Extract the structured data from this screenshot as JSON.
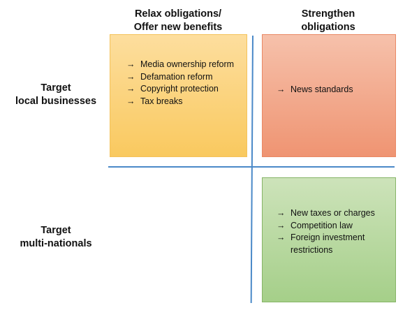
{
  "columns": {
    "left": {
      "lines": [
        "Relax obligations/",
        "Offer new benefits"
      ]
    },
    "right": {
      "lines": [
        "Strengthen",
        "obligations"
      ]
    }
  },
  "rows": {
    "top": {
      "lines": [
        "Target",
        "local businesses"
      ]
    },
    "bottom": {
      "lines": [
        "Target",
        "multi-nationals"
      ]
    }
  },
  "arrow_glyph": "→",
  "quadrants": {
    "top_left": {
      "color": "#f9c95f",
      "items": [
        "Media ownership reform",
        "Defamation reform",
        "Copyright protection",
        "Tax breaks"
      ]
    },
    "top_right": {
      "color": "#ef9472",
      "items": [
        "News standards"
      ]
    },
    "bottom_right": {
      "color": "#a5cf89",
      "items": [
        "New taxes or charges",
        "Competition law",
        "Foreign investment restrictions"
      ]
    }
  },
  "axis_color": "#4a89c8"
}
